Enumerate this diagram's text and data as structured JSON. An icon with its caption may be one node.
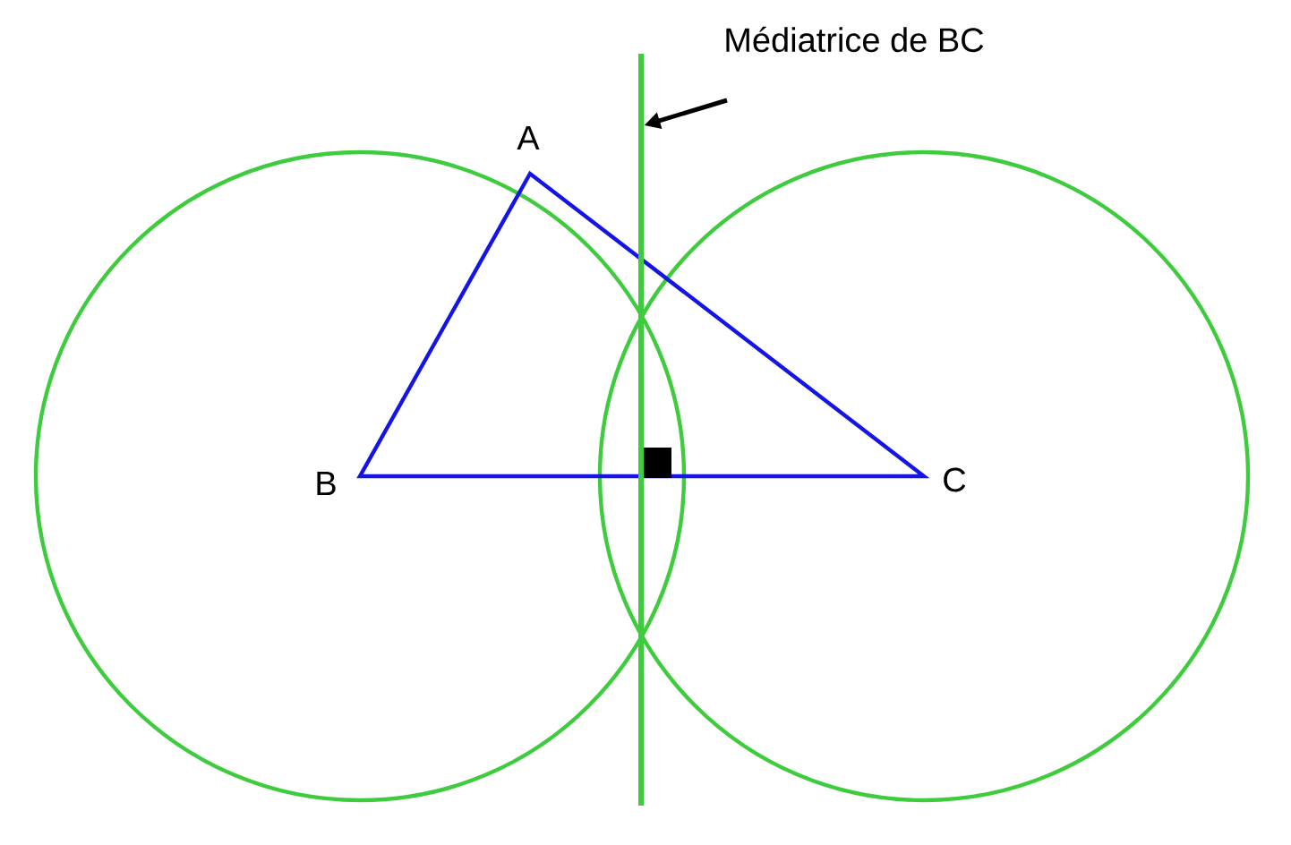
{
  "diagram": {
    "nodes": [
      {
        "text": [
          "Médiatrice de BC"
        ]
      },
      {
        "text": [],
        "shape": "line"
      }
    ],
    "edges": [
      {
        "from": 0,
        "to": 1,
        "arrow": "to"
      }
    ],
    "labels": [
      "A",
      "B",
      "C"
    ]
  }
}
